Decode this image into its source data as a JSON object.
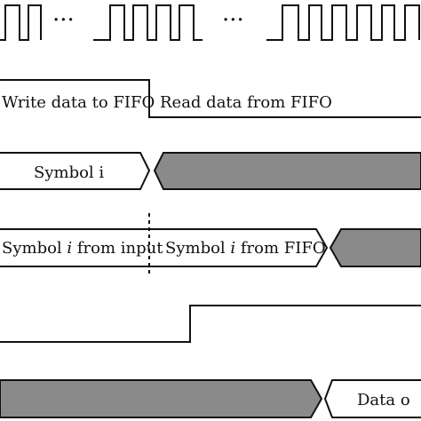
{
  "colors": {
    "line": "#111111",
    "fill": "#8a8a8a",
    "background": "#ffffff"
  },
  "clock": {
    "ellipsis": "···"
  },
  "phase": {
    "write_label": "Write data to FIFO",
    "read_label": "Read data from FIFO"
  },
  "lane_symbol": {
    "label": "Symbol i"
  },
  "lane_output": {
    "from_input_label_pre": "Symbol ",
    "from_input_label_i": "i",
    "from_input_label_post": " from input",
    "from_fifo_label_pre": "Symbol ",
    "from_fifo_label_i": "i",
    "from_fifo_label_post": " from FIFO"
  },
  "lane_data": {
    "label": "Data o"
  }
}
